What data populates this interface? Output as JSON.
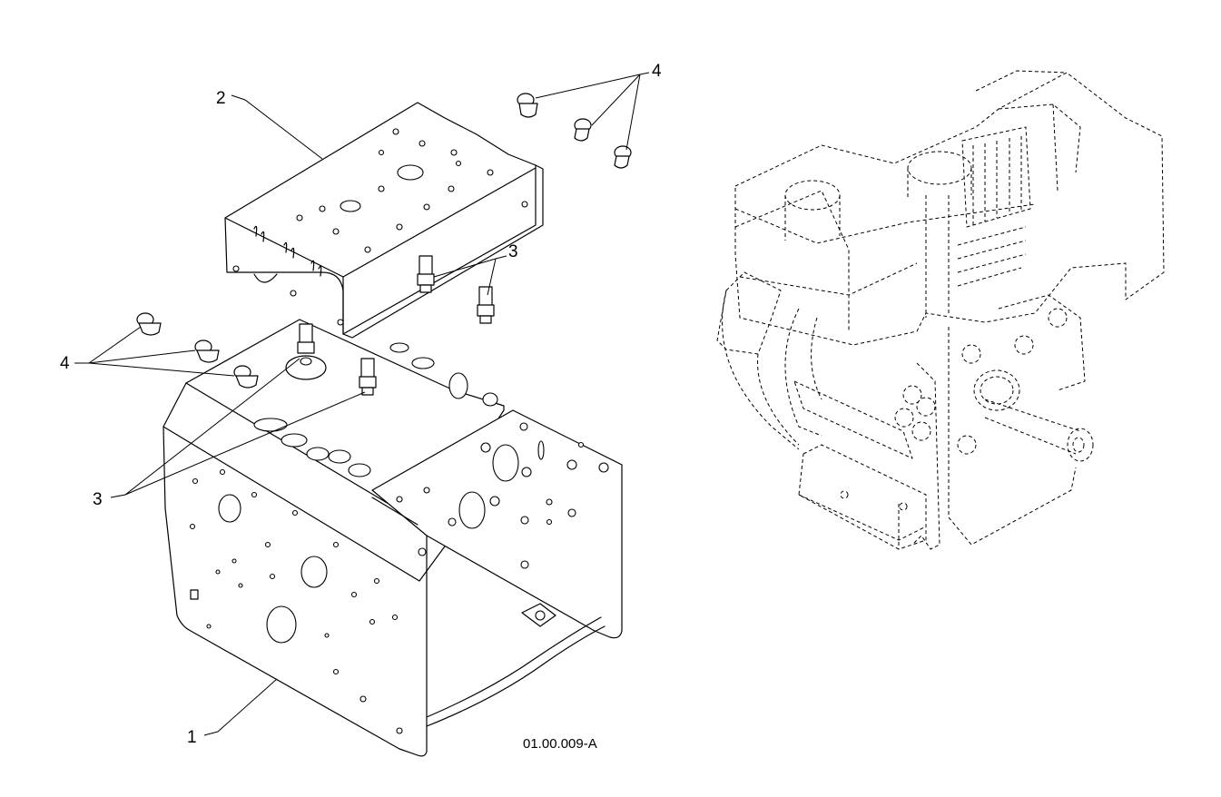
{
  "figure_id": "01.00.009-A",
  "callouts": [
    {
      "id": "callout-1",
      "label": "1"
    },
    {
      "id": "callout-2",
      "label": "2"
    },
    {
      "id": "callout-3-upper",
      "label": "3"
    },
    {
      "id": "callout-3-lower",
      "label": "3"
    },
    {
      "id": "callout-4-upper",
      "label": "4"
    },
    {
      "id": "callout-4-left",
      "label": "4"
    }
  ],
  "parts": [
    {
      "name": "frame-panel",
      "callout": "1"
    },
    {
      "name": "top-bracket",
      "callout": "2"
    },
    {
      "name": "stud-bolt",
      "callout": "3"
    },
    {
      "name": "flange-screw",
      "callout": "4"
    }
  ],
  "reference_view": "engine-assembly-dashed",
  "colors": {
    "line": "#000000",
    "background": "#ffffff"
  }
}
